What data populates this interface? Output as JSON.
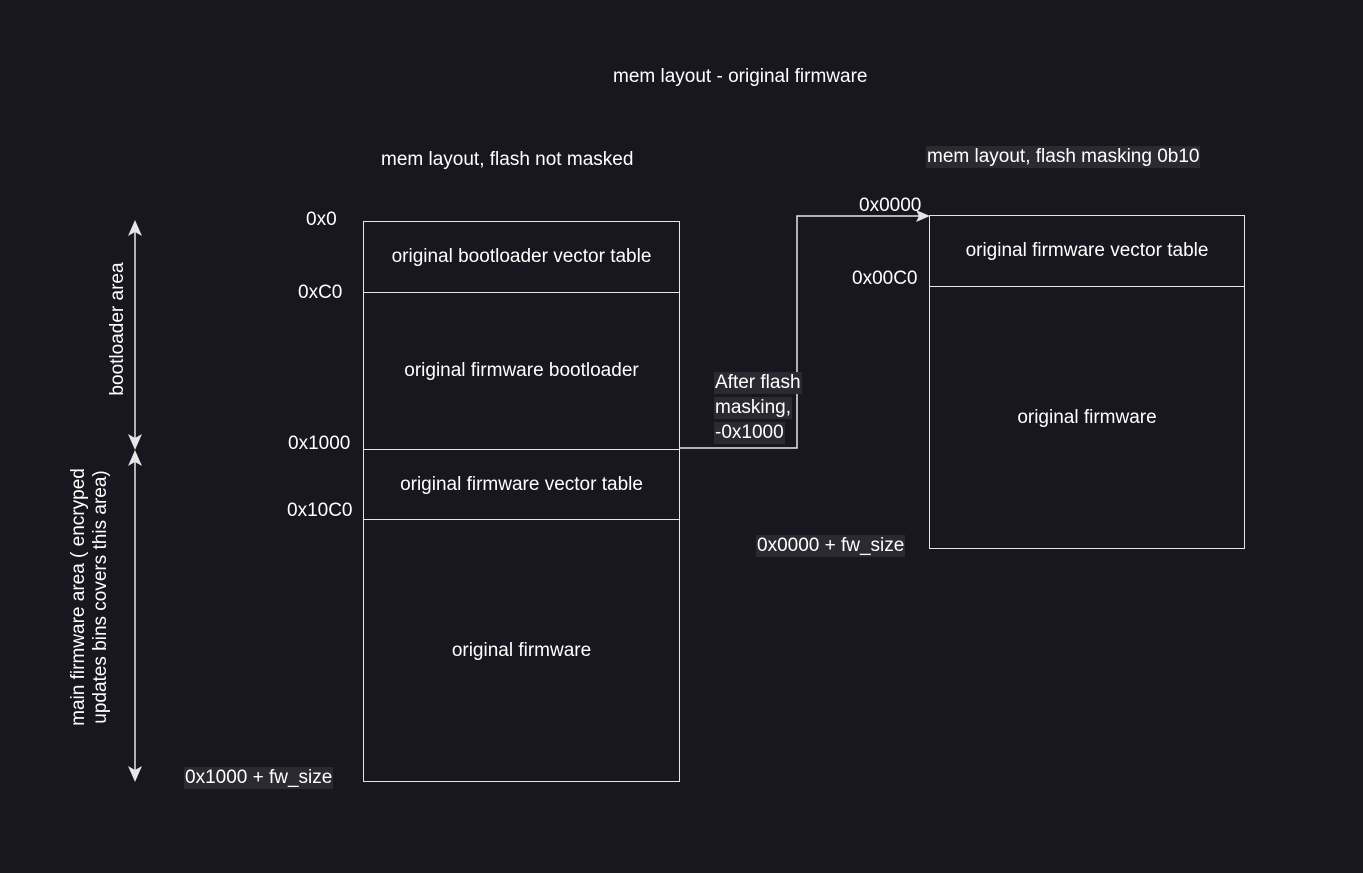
{
  "title": "mem layout - original firmware",
  "left": {
    "heading": "mem layout, flash not masked",
    "segments": [
      "original bootloader vector table",
      "original firmware bootloader",
      "original firmware vector table",
      "original firmware"
    ],
    "addresses": [
      "0x0",
      "0xC0",
      "0x1000",
      "0x10C0",
      "0x1000 + fw_size"
    ],
    "areas": {
      "bootloader": "bootloader area",
      "main_line1": "main firmware area ( encryped",
      "main_line2": "updates bins covers this area)"
    }
  },
  "right": {
    "heading": "mem layout, flash masking 0b10",
    "segments": [
      "original firmware vector table",
      "original firmware"
    ],
    "addresses": [
      "0x0000",
      "0x00C0",
      "0x0000 + fw_size"
    ]
  },
  "connector": {
    "line1": "After flash",
    "line2": "masking,",
    "line3": "-0x1000"
  },
  "colors": {
    "background": "#18161e",
    "stroke": "#e6e6e6",
    "text": "#ffffff",
    "label_highlight": "#2b2a30"
  }
}
